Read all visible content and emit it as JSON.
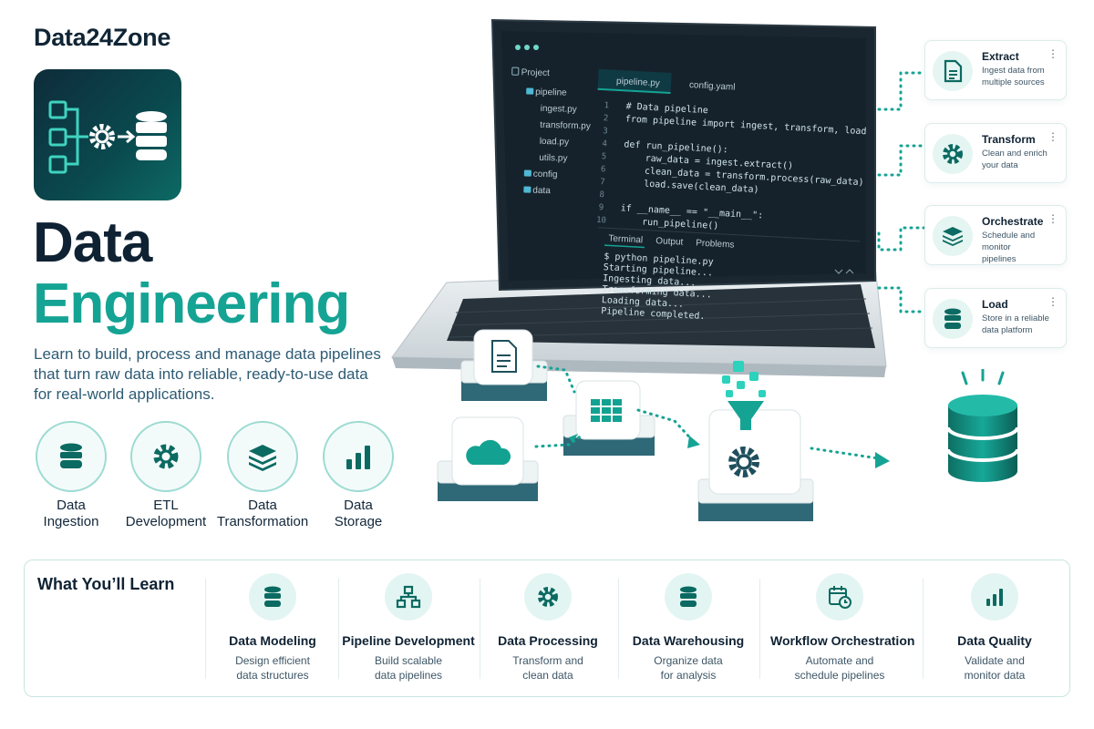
{
  "brand": "Data24Zone",
  "hero": {
    "title_line1": "Data",
    "title_line2": "Engineering",
    "subtitle": "Learn to build, process and manage data pipelines that turn raw data into reliable, ready-to-use data for real-world applications."
  },
  "features": [
    {
      "line1": "Data",
      "line2": "Ingestion",
      "icon": "database-icon"
    },
    {
      "line1": "ETL",
      "line2": "Development",
      "icon": "gear-icon"
    },
    {
      "line1": "Data",
      "line2": "Transformation",
      "icon": "layers-icon"
    },
    {
      "line1": "Data",
      "line2": "Storage",
      "icon": "bar-chart-icon"
    }
  ],
  "ide": {
    "explorer_title": "Project",
    "tree": [
      "pipeline",
      "ingest.py",
      "transform.py",
      "load.py",
      "utils.py",
      "config",
      "data"
    ],
    "tabs": [
      "pipeline.py",
      "config.yaml"
    ],
    "line_numbers": [
      "1",
      "2",
      "3",
      "4",
      "5",
      "6",
      "7",
      "8",
      "9",
      "10"
    ],
    "code_lines": [
      "# Data pipeline",
      "from pipeline import ingest, transform, load",
      "",
      "def run_pipeline():",
      "    raw_data = ingest.extract()",
      "    clean_data = transform.process(raw_data)",
      "    load.save(clean_data)",
      "",
      "if __name__ == \"__main__\":",
      "    run_pipeline()"
    ],
    "panel_tabs": [
      "Terminal",
      "Output",
      "Problems"
    ],
    "terminal_lines": [
      "$ python pipeline.py",
      "Starting pipeline...",
      "Ingesting data...",
      "Transforming data...",
      "Loading data...",
      "Pipeline completed."
    ]
  },
  "steps": [
    {
      "title": "Extract",
      "desc_line1": "Ingest data from",
      "desc_line2": "multiple sources",
      "icon": "document-icon"
    },
    {
      "title": "Transform",
      "desc_line1": "Clean and enrich",
      "desc_line2": "your data",
      "icon": "gear-icon"
    },
    {
      "title": "Orchestrate",
      "desc_line1": "Schedule and monitor",
      "desc_line2": "pipelines",
      "icon": "layers-icon"
    },
    {
      "title": "Load",
      "desc_line1": "Store in a reliable",
      "desc_line2": "data platform",
      "icon": "database-icon"
    }
  ],
  "learn": {
    "title": "What You’ll Learn",
    "items": [
      {
        "title": "Data Modeling",
        "d1": "Design efficient",
        "d2": "data structures",
        "icon": "database-icon"
      },
      {
        "title": "Pipeline Development",
        "d1": "Build scalable",
        "d2": "data pipelines",
        "icon": "hierarchy-icon"
      },
      {
        "title": "Data Processing",
        "d1": "Transform and",
        "d2": "clean data",
        "icon": "gear-icon"
      },
      {
        "title": "Data Warehousing",
        "d1": "Organize data",
        "d2": "for analysis",
        "icon": "database-icon"
      },
      {
        "title": "Workflow Orchestration",
        "d1": "Automate and",
        "d2": "schedule pipelines",
        "icon": "calendar-clock-icon"
      },
      {
        "title": "Data Quality",
        "d1": "Validate and",
        "d2": "monitor data",
        "icon": "bar-chart-icon"
      }
    ]
  },
  "colors": {
    "accent": "#15a394",
    "dark": "#0f2233",
    "sub": "#2d5b74"
  }
}
